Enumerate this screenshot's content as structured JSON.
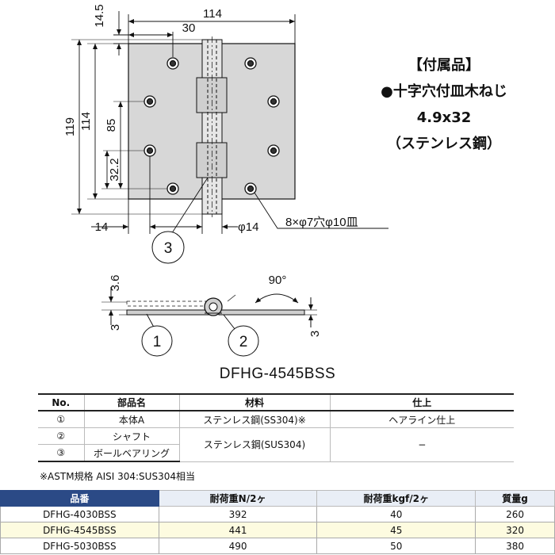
{
  "front_view": {
    "dim_width": "114",
    "dim_top_offset": "14.5",
    "dim_hole_x": "30",
    "dim_height_overall": "119",
    "dim_height_leaf": "114",
    "dim_hole_pitch": "85",
    "dim_hole_lower": "32.2",
    "dim_edge": "14",
    "dim_knuckle_dia": "φ14",
    "hole_spec": "8×φ7穴φ10皿",
    "callout_3": "3"
  },
  "side_view": {
    "dim_height": "3.6",
    "dim_left_thickness": "3",
    "dim_right_thickness": "3",
    "dim_angle": "90°",
    "callout_1": "1",
    "callout_2": "2"
  },
  "accessory": {
    "title": "【付属品】",
    "item": "●十字穴付皿木ねじ",
    "size": "4.9x32",
    "material": "（ステンレス鋼）"
  },
  "model": "DFHG-4545BSS",
  "parts_table": {
    "headers": [
      "No.",
      "部品名",
      "材料",
      "仕上"
    ],
    "rows": [
      {
        "no": "①",
        "name": "本体A",
        "material": "ステンレス鋼(SS304)※",
        "finish": "ヘアライン仕上"
      },
      {
        "no": "②",
        "name": "シャフト",
        "material": "ステンレス鋼(SUS304)",
        "finish": "−"
      },
      {
        "no": "③",
        "name": "ボールベアリング"
      }
    ]
  },
  "note": "※ASTM規格 AISI 304:SUS304相当",
  "spec_table": {
    "headers": [
      "品番",
      "耐荷重N/2ヶ",
      "耐荷重kgf/2ヶ",
      "質量g"
    ],
    "rows": [
      {
        "part": "DFHG-4030BSS",
        "load_n": "392",
        "load_kgf": "40",
        "mass": "260"
      },
      {
        "part": "DFHG-4545BSS",
        "load_n": "441",
        "load_kgf": "45",
        "mass": "320"
      },
      {
        "part": "DFHG-5030BSS",
        "load_n": "490",
        "load_kgf": "50",
        "mass": "380"
      }
    ]
  },
  "colors": {
    "plate": "#d7d7d7",
    "header_blue": "#2b4a86",
    "highlight_row": "#fdfbe0"
  }
}
